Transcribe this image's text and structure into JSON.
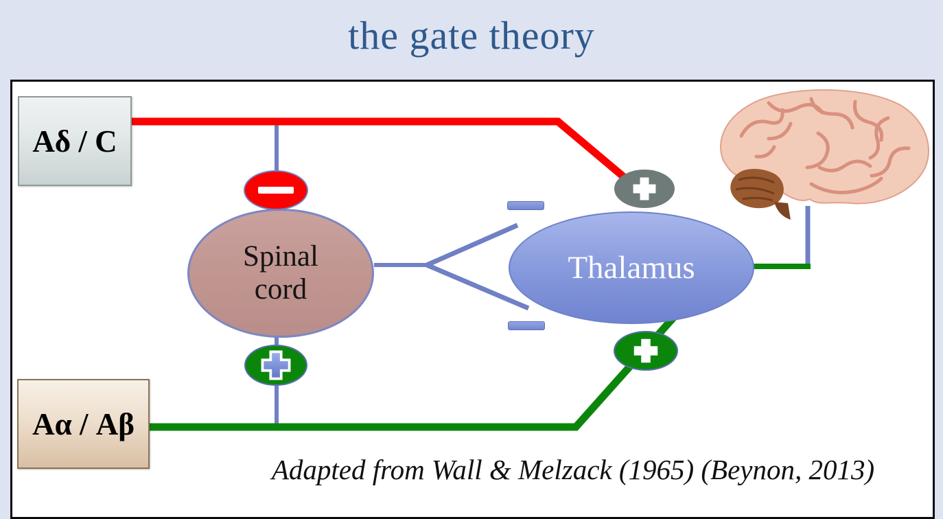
{
  "title": "the gate theory",
  "caption": "Adapted from Wall & Melzack (1965) (Beynon, 2013)",
  "nodes": {
    "fiber_ad_c": {
      "label": "Aδ / C"
    },
    "fiber_aa_ab": {
      "label": "Aα / Aβ"
    },
    "spinal_cord": {
      "lines": [
        "Spinal",
        "cord"
      ]
    },
    "thalamus": {
      "label": "Thalamus"
    }
  },
  "signs": {
    "spinal_gate_minus": {
      "symbol": "−",
      "fill": "#fb0100"
    },
    "spinal_gate_plus": {
      "symbol": "+",
      "fill": "#0b860b"
    },
    "thalamus_top_plus": {
      "symbol": "+",
      "fill": "#6f7b78"
    },
    "thalamus_bottom_plus": {
      "symbol": "+",
      "fill": "#0b860b"
    },
    "thalamus_upper_minus": {
      "symbol": "−",
      "fill": "#7e92d8"
    },
    "thalamus_lower_minus": {
      "symbol": "−",
      "fill": "#7e92d8"
    }
  },
  "icons": {
    "brain": "brain-image"
  },
  "colors": {
    "background": "#dee3f1",
    "panel": "#ffffff",
    "panel_border": "#0a0a0a",
    "title_text": "#2e598c",
    "nociceptive_path_red": "#fb0100",
    "touch_path_green": "#0b860b",
    "connector_blue": "#6f80c4",
    "spinal_fill": "#c0948f",
    "thalamus_fill": "#8598dc",
    "fiber_ad_box_fill": "#dfe5e5",
    "fiber_aa_box_fill": "#e8d5bf"
  }
}
